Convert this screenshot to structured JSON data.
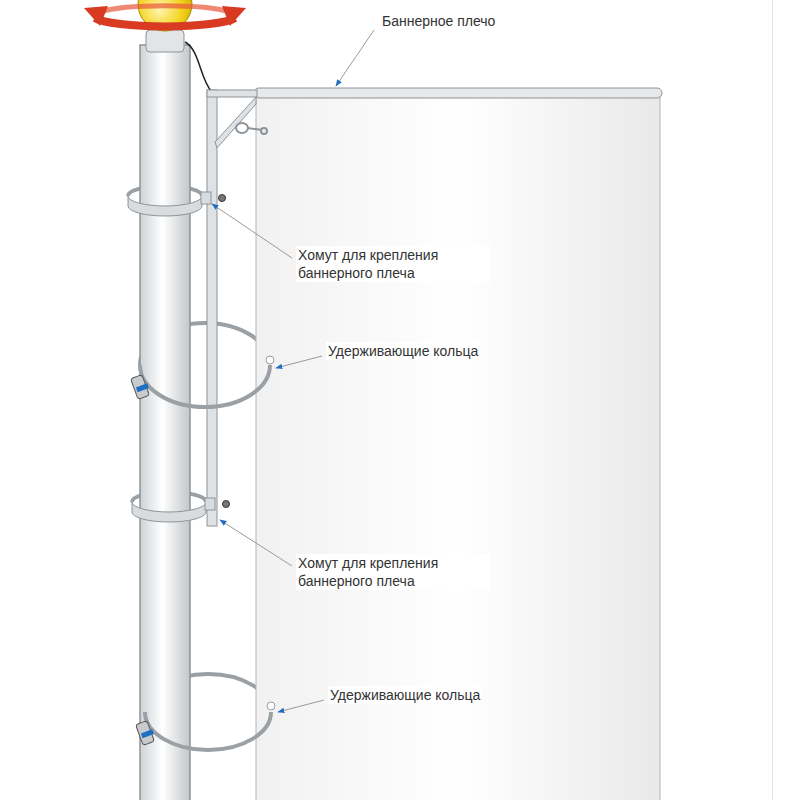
{
  "diagram": {
    "labels": [
      "Баннерное плечо",
      "Хомут для крепления баннерного плеча",
      "Удерживающие кольца",
      "Хомут для крепления баннерного плеча",
      "Удерживающие кольца"
    ]
  }
}
